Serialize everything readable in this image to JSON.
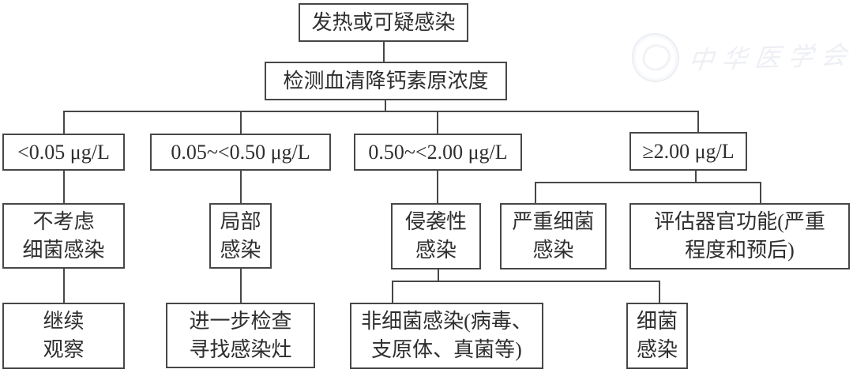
{
  "diagram": {
    "type": "flowchart",
    "language": "zh-CN",
    "colors": {
      "line": "#474747",
      "text": "#2e2e2e",
      "background": "#ffffff",
      "watermark": "#dfe3ec"
    },
    "nodes": {
      "start": {
        "lines": [
          "发热或可疑感染"
        ]
      },
      "test": {
        "lines": [
          "检测血清降钙素原浓度"
        ]
      },
      "pct_lt_005": {
        "lines": [
          "<0.05 μg/L"
        ]
      },
      "pct_005_050": {
        "lines": [
          "0.05~<0.50 μg/L"
        ]
      },
      "pct_050_200": {
        "lines": [
          "0.50~<2.00 μg/L"
        ]
      },
      "pct_ge_200": {
        "lines": [
          "≥2.00 μg/L"
        ]
      },
      "no_bacterial": {
        "lines": [
          "不考虑",
          "细菌感染"
        ]
      },
      "local_infection": {
        "lines": [
          "局部",
          "感染"
        ]
      },
      "invasive_infection": {
        "lines": [
          "侵袭性",
          "感染"
        ]
      },
      "severe_bacterial": {
        "lines": [
          "严重细菌",
          "感染"
        ]
      },
      "assess_organ": {
        "lines": [
          "评估器官功能(严重",
          "程度和预后)"
        ]
      },
      "continue_observe": {
        "lines": [
          "继续",
          "观察"
        ]
      },
      "further_exam": {
        "lines": [
          "进一步检查",
          "寻找感染灶"
        ]
      },
      "non_bacterial": {
        "lines": [
          "非细菌感染(病毒、",
          "支原体、真菌等)"
        ]
      },
      "bacterial": {
        "lines": [
          "细菌",
          "感染"
        ]
      }
    },
    "edges": [
      {
        "from": "start",
        "to": "test"
      },
      {
        "from": "test",
        "to": "pct_lt_005"
      },
      {
        "from": "test",
        "to": "pct_005_050"
      },
      {
        "from": "test",
        "to": "pct_050_200"
      },
      {
        "from": "test",
        "to": "pct_ge_200"
      },
      {
        "from": "pct_lt_005",
        "to": "no_bacterial"
      },
      {
        "from": "pct_005_050",
        "to": "local_infection"
      },
      {
        "from": "pct_050_200",
        "to": "invasive_infection"
      },
      {
        "from": "pct_ge_200",
        "to": "severe_bacterial"
      },
      {
        "from": "pct_ge_200",
        "to": "assess_organ"
      },
      {
        "from": "no_bacterial",
        "to": "continue_observe"
      },
      {
        "from": "local_infection",
        "to": "further_exam"
      },
      {
        "from": "invasive_infection",
        "to": "non_bacterial"
      },
      {
        "from": "invasive_infection",
        "to": "bacterial"
      }
    ],
    "watermark": {
      "text": "中华医学会"
    }
  }
}
